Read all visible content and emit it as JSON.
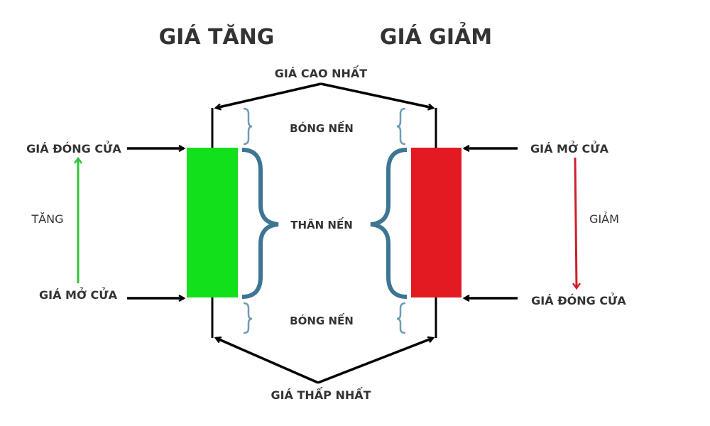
{
  "titles": {
    "bullish": "GIÁ TĂNG",
    "bearish": "GIÁ GIẢM"
  },
  "labels": {
    "high": "GIÁ CAO NHẤT",
    "low": "GIÁ THẤP NHẤT",
    "upper_shadow": "BÓNG NẾN",
    "body": "THÂN NẾN",
    "lower_shadow": "BÓNG NẾN",
    "bull_close": "GIÁ ĐÓNG CỬA",
    "bull_open": "GIÁ MỞ CỬA",
    "bull_direction": "TĂNG",
    "bear_open": "GIÁ MỞ CỬA",
    "bear_close": "GIÁ ĐÓNG CỬA",
    "bear_direction": "GIẢM"
  },
  "colors": {
    "bullish": "#12e01a",
    "bearish": "#e31a22",
    "brace": "#3d7593",
    "brace_light": "#6f9cb5",
    "text": "#333333",
    "up_arrow": "#2ec33a",
    "down_arrow": "#cc1f2b"
  }
}
